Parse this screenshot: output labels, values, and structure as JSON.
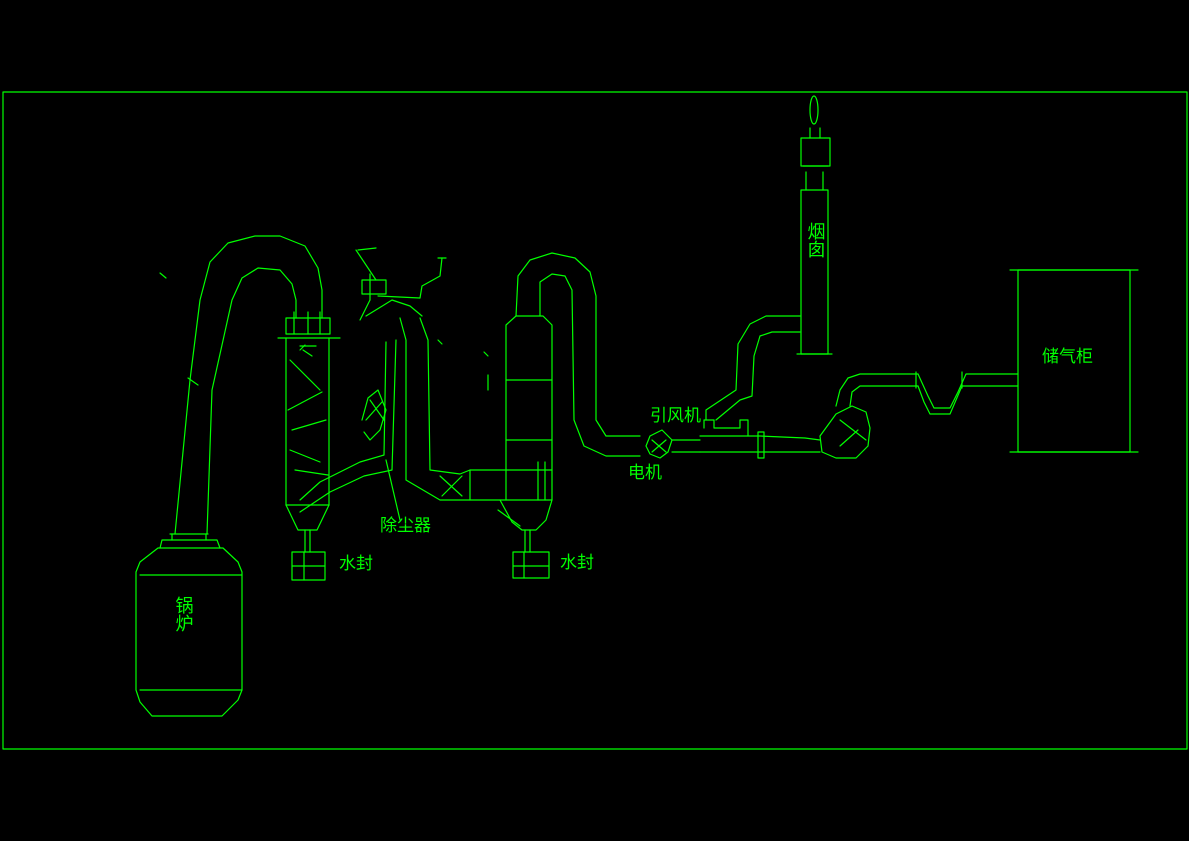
{
  "colors": {
    "background": "#000000",
    "stroke": "#00ff00"
  },
  "labels": {
    "boiler": "锅炉",
    "dust_collector": "除尘器",
    "water_seal_1": "水封",
    "water_seal_2": "水封",
    "fan": "引风机",
    "fan_motor": "电机",
    "chimney": "烟囱",
    "gas_holder": "储气柜"
  }
}
